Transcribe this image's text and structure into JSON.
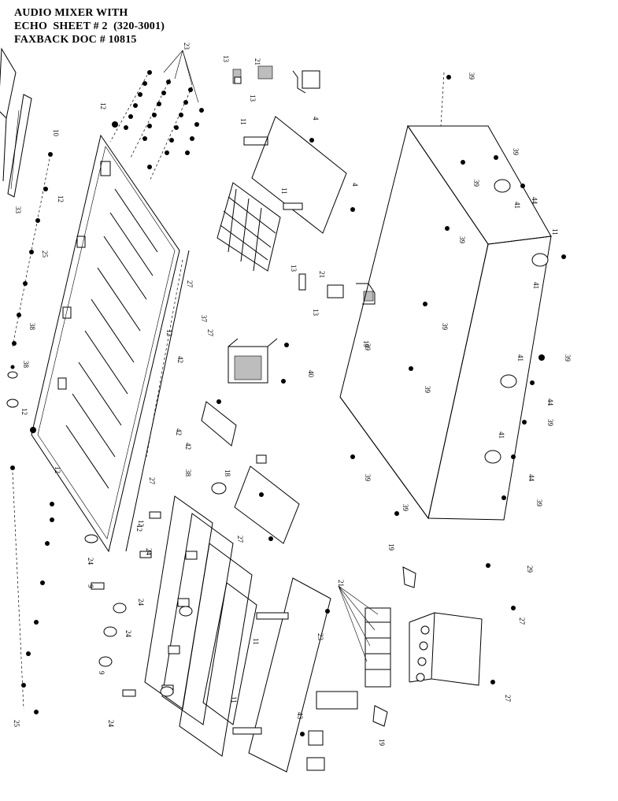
{
  "header": {
    "line1": "AUDIO MIXER WITH",
    "line2": "ECHO  SHEET # 2  (320-3001)",
    "line3": "FAXBACK DOC # 10815"
  },
  "colors": {
    "ink": "#000000",
    "paper": "#ffffff",
    "shade": "#bdbdbd"
  },
  "callouts": {
    "c1": "13",
    "c2": "21",
    "c3": "13",
    "c4": "4",
    "c5": "11",
    "c6": "23",
    "c7": "12",
    "c8": "10",
    "c9": "33",
    "c10": "12",
    "c11": "25",
    "c12": "11",
    "c13": "4",
    "c14": "27",
    "c15": "13",
    "c16": "21",
    "c17": "13",
    "c18": "38",
    "c19": "38",
    "c20": "12",
    "c21": "37",
    "c22": "12",
    "c23": "27",
    "c24": "42",
    "c25": "19",
    "c26": "40",
    "c27": "12",
    "c28": "42",
    "c29": "42",
    "c30": "38",
    "c31": "18",
    "c32": "12",
    "c33": "27",
    "c34": "12",
    "c35": "27",
    "c36": "24",
    "c37": "24",
    "c38": "24",
    "c39": "9",
    "c40": "9",
    "c41": "24",
    "c42": "24",
    "c43": "11",
    "c44": "23",
    "c45": "21",
    "c46": "19",
    "c47": "27",
    "c48": "27",
    "c49": "11",
    "c50": "43",
    "c51": "19",
    "c52": "25",
    "c53": "39",
    "c54": "39",
    "c55": "39",
    "c56": "41",
    "c57": "44",
    "c58": "39",
    "c59": "41",
    "c60": "11",
    "c61": "39",
    "c62": "39",
    "c63": "39",
    "c64": "41",
    "c65": "44",
    "c66": "39",
    "c67": "41",
    "c68": "44",
    "c69": "39",
    "c70": "39",
    "c71": "39",
    "c72": "29",
    "c73": "39"
  }
}
